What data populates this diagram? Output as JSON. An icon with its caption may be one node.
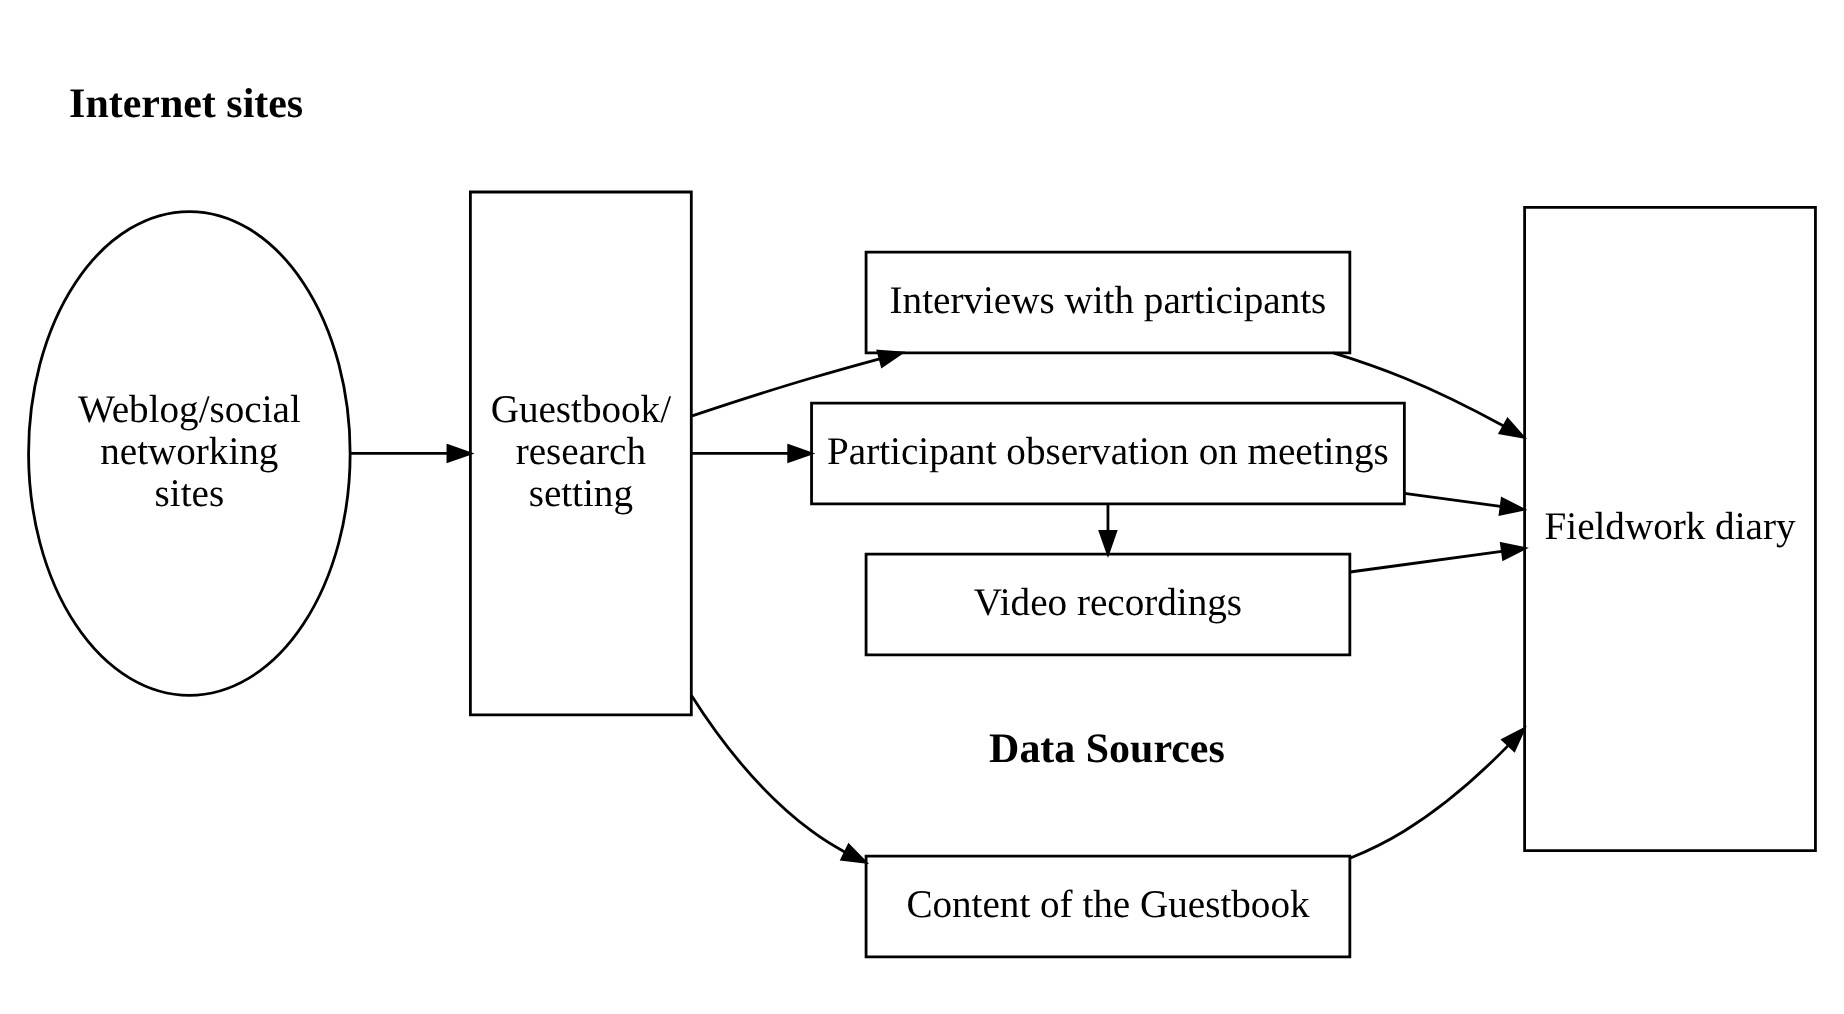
{
  "diagram": {
    "nodes": [
      {
        "text": [
          "Weblog/social networking sites"
        ]
      },
      {
        "text": [
          "Guestbook/ research setting"
        ]
      },
      {
        "text": [
          "Content of the Guestbook"
        ]
      },
      {
        "text": [
          "Interviews with participants"
        ]
      },
      {
        "text": [
          "Participant observation on meetings"
        ]
      },
      {
        "text": [
          "Video recordings"
        ]
      },
      {
        "text": [
          "Fieldwork diary"
        ]
      }
    ],
    "edges": [
      {
        "from": 0,
        "to": 1,
        "arrow": "to"
      },
      {
        "from": 1,
        "to": 2,
        "arrow": "to"
      },
      {
        "from": 1,
        "to": 3,
        "arrow": "to"
      },
      {
        "from": 1,
        "to": 4,
        "arrow": "to"
      },
      {
        "from": 4,
        "to": 5,
        "arrow": "to"
      },
      {
        "from": 2,
        "to": 6,
        "arrow": "to"
      },
      {
        "from": 3,
        "to": 6,
        "arrow": "to"
      },
      {
        "from": 4,
        "to": 6,
        "arrow": "to"
      },
      {
        "from": 5,
        "to": 6,
        "arrow": "to"
      }
    ],
    "labels": [
      "Internet sites",
      "Data Sources"
    ]
  }
}
